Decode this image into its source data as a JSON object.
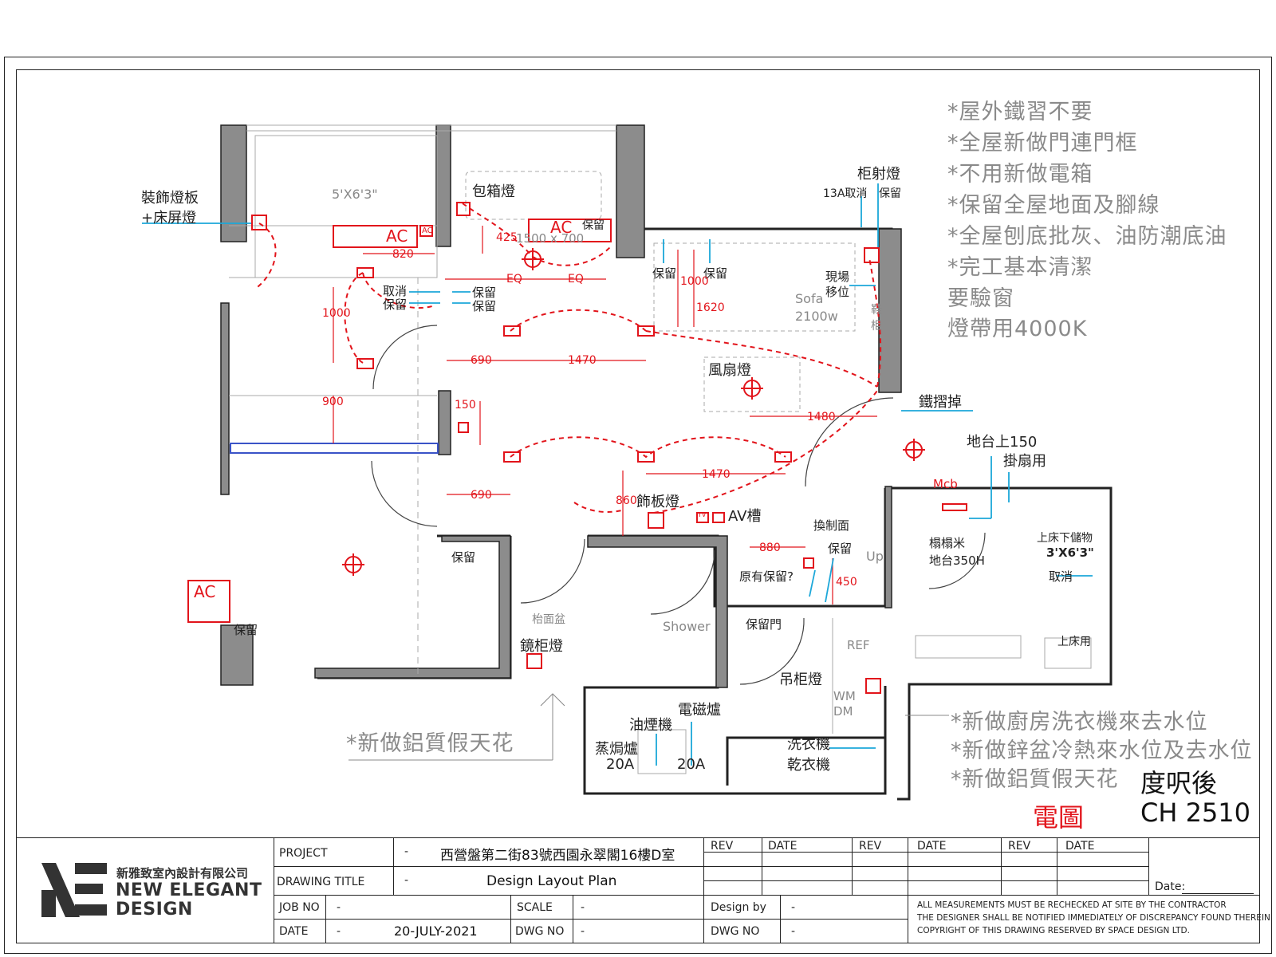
{
  "notes_top": [
    "*屋外鐵習不要",
    "*全屋新做門連門框",
    "*不用新做電箱",
    "*保留全屋地面及腳線",
    "*全屋刨底批灰、油防潮底油",
    "*完工基本清潔",
    " 要驗窗",
    " 燈帶用4000K"
  ],
  "notes_bottom": [
    "*新做廚房洗衣機來去水位",
    "*新做鋅盆冷熱來水位及去水位",
    "*新做鋁質假天花"
  ],
  "note_ceiling": "*新做鋁質假天花",
  "stamp": {
    "measured": "度呎後",
    "code": "CH 2510",
    "electrical": "電圖"
  },
  "labels": {
    "deco_panel_1": "裝飾燈板",
    "deco_panel_2": "+床屏燈",
    "bed_size": "5'X6'3\"",
    "box_light": "包箱燈",
    "ac": "AC",
    "ac_small": "AC",
    "ac_window": "AC",
    "ac_size": "1500 x 700",
    "keep": "保留",
    "cancel": "取消",
    "cabinet_light": "柜射燈",
    "cancel_13a": "13A取消",
    "sofa": "Sofa",
    "sofa_w": "2100w",
    "shoe_1": "鞋",
    "shoe_2": "柜",
    "move_1": "現場",
    "move_2": "移位",
    "fan_light": "風扇燈",
    "iron_gate": "鐵摺掉",
    "counter_150": "地台上150",
    "fan_use": "掛扇用",
    "mcb": "Mcb",
    "deco_light": "飾板燈",
    "av": "AV槽",
    "tv": "TV",
    "switch_panel": "換制面",
    "original_keep": "原有保留?",
    "up": "Up",
    "tatami_1": "榻榻米",
    "tatami_2": "地台350H",
    "upper_bed_1": "上床下儲物",
    "upper_bed_2": "3'X6'3\"",
    "upper_bed_use": "上床用",
    "basin": "枱面盆",
    "mirror_light": "鏡柜燈",
    "shower": "Shower",
    "keep_door": "保留門",
    "ref": "REF",
    "wm": "WM",
    "dm": "DM",
    "hanging_light": "吊柜燈",
    "hood": "油煙機",
    "induction": "電磁爐",
    "steamer": "蒸焗爐",
    "amp_20a_1": "20A",
    "amp_20a_2": "20A",
    "washer_1": "洗衣機",
    "washer_2": "乾衣機"
  },
  "dims": {
    "d820": "820",
    "d425": "425",
    "eq": "EQ",
    "d1000a": "1000",
    "d1000b": "1000",
    "d1620": "1620",
    "d690a": "690",
    "d1470a": "1470",
    "d900": "900",
    "d150": "150",
    "d1480": "1480",
    "d1470b": "1470",
    "d690b": "690",
    "d860": "860",
    "d880": "880",
    "d450": "450"
  },
  "title_block": {
    "company_cn": "新雅致室內設計有限公司",
    "company_en_1": "NEW ELEGANT",
    "company_en_2": "DESIGN",
    "project_label": "PROJECT",
    "project_dash": "-",
    "project_value": "西營盤第二街83號西園永翠閣16樓D室",
    "drawing_title_label": "DRAWING TITLE",
    "drawing_title_dash": "-",
    "drawing_title_value": "Design Layout Plan",
    "job_no_label": "JOB NO",
    "job_no_value": "-",
    "scale_label": "SCALE",
    "scale_value": "-",
    "date_label": "DATE",
    "date_dash": "-",
    "date_value": "20-JULY-2021",
    "dwg_no_label": "DWG NO",
    "dwg_no_value": "-",
    "rev_1": "REV",
    "date_1": "DATE",
    "rev_2": "REV",
    "date_2": "DATE",
    "rev_3": "REV",
    "date_3": "DATE",
    "design_by_label": "Design by",
    "design_by_value": "-",
    "dwg_no_label_2": "DWG NO",
    "dwg_no_value_2": "-",
    "date_sign": "Date:",
    "disclaimer_1": "ALL MEASUREMENTS MUST BE RECHECKED AT SITE BY THE CONTRACTOR",
    "disclaimer_2": "THE DESIGNER SHALL BE NOTIFIED IMMEDIATELY OF DISCREPANCY FOUND THEREIN",
    "disclaimer_3": "COPYRIGHT OF THIS DRAWING RESERVED BY SPACE DESIGN LTD."
  },
  "colors": {
    "red": "#e2141b",
    "cyan": "#1ba7d9",
    "wall": "#8c8c8c",
    "gray_text": "#888888"
  }
}
